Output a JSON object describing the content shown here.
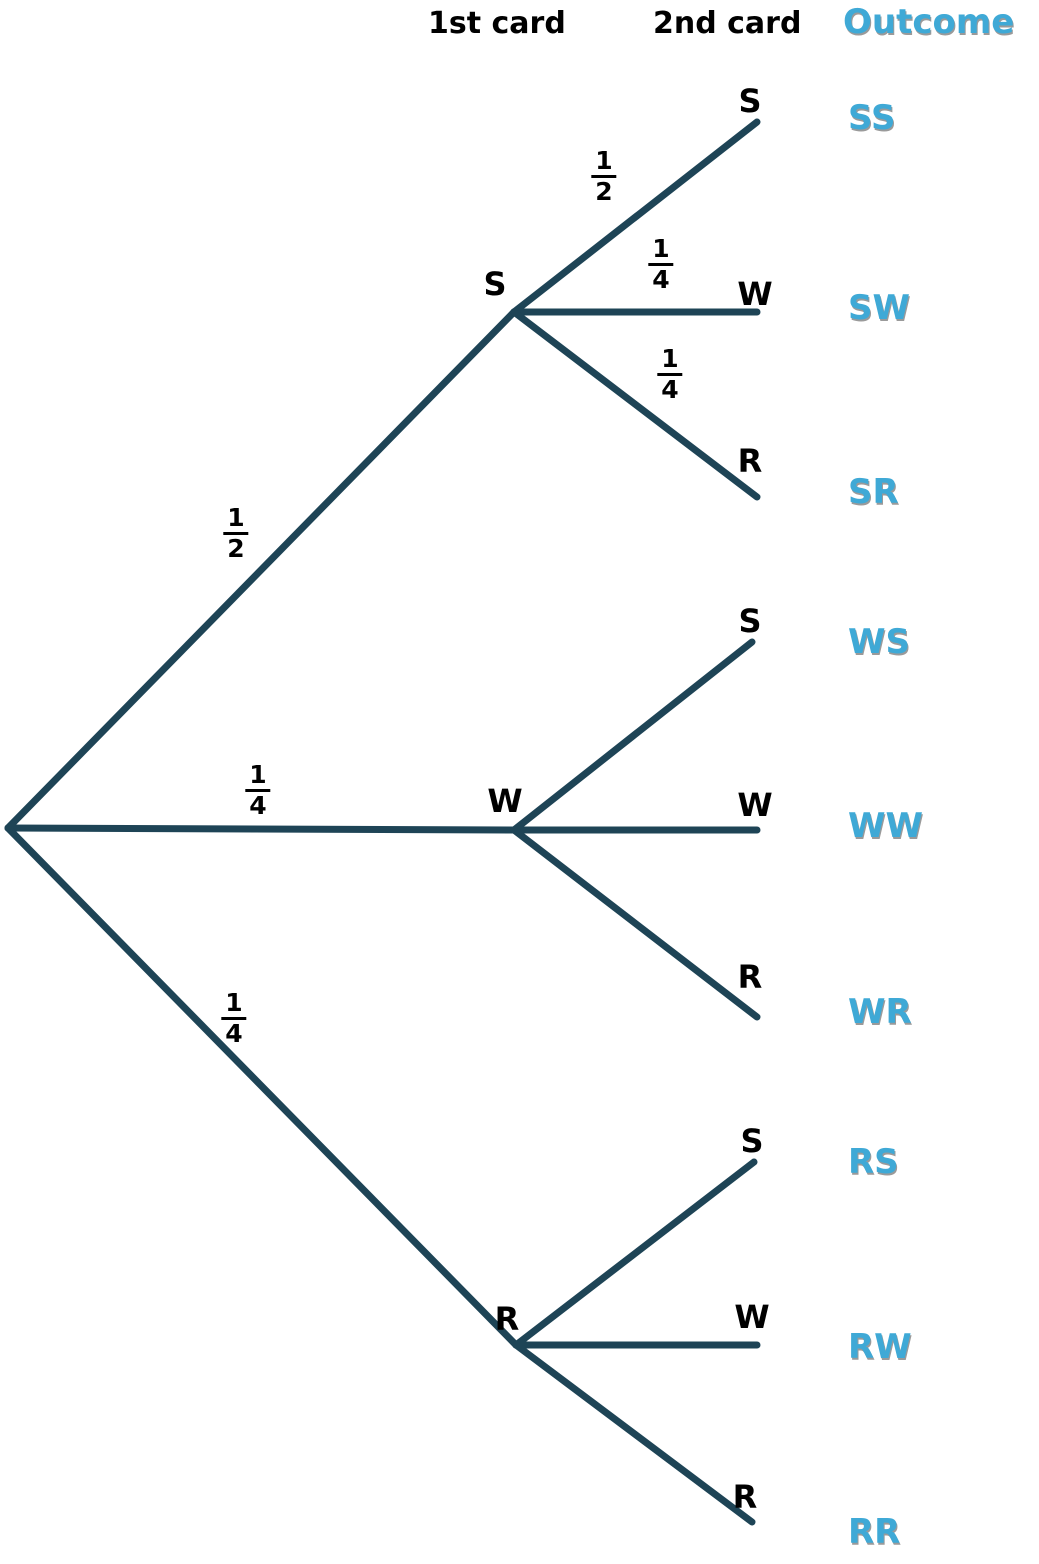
{
  "headers": {
    "first": "1st card",
    "second": "2nd card",
    "outcome": "Outcome"
  },
  "colors": {
    "branch_line": "#1E4456",
    "outcome_text": "#3FA9D6",
    "label_text": "#000000",
    "background": "#FFFFFF"
  },
  "nodes": {
    "level1": [
      "S",
      "W",
      "R"
    ],
    "level2": [
      "S",
      "W",
      "R",
      "S",
      "W",
      "R",
      "S",
      "W",
      "R"
    ]
  },
  "fractions": [
    {
      "branch": "root-to-S",
      "num": "1",
      "den": "2"
    },
    {
      "branch": "root-to-W",
      "num": "1",
      "den": "4"
    },
    {
      "branch": "root-to-R",
      "num": "1",
      "den": "4"
    },
    {
      "branch": "S-to-SS",
      "num": "1",
      "den": "2"
    },
    {
      "branch": "S-to-SW",
      "num": "1",
      "den": "4"
    },
    {
      "branch": "S-to-SR",
      "num": "1",
      "den": "4"
    }
  ],
  "outcomes": [
    "SS",
    "SW",
    "SR",
    "WS",
    "WW",
    "WR",
    "RS",
    "RW",
    "RR"
  ]
}
